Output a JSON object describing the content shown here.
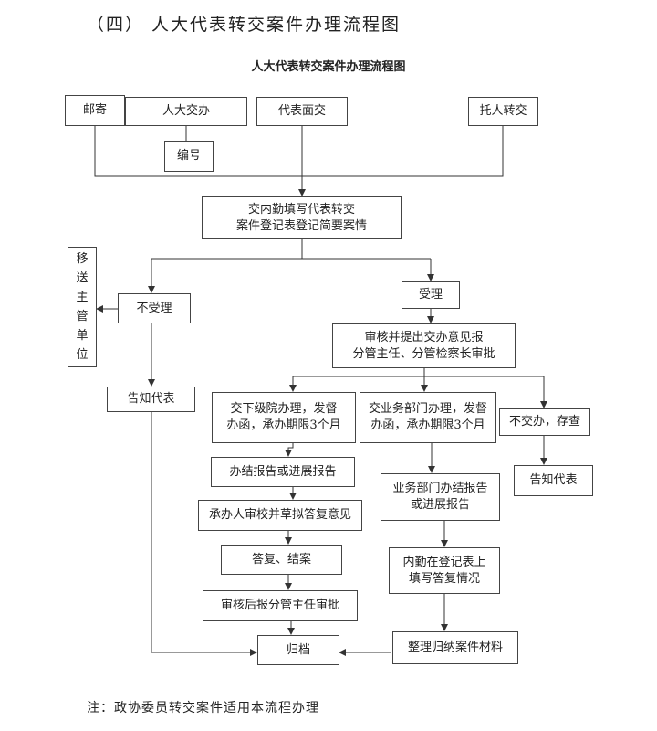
{
  "heading": "（四）  人大代表转交案件办理流程图",
  "chart_title": "人大代表转交案件办理流程图",
  "nodes": {
    "mail": "邮寄",
    "npc_transfer": "人大交办",
    "numbering": "编号",
    "face_to_face": "代表面交",
    "entrusted": "托人转交",
    "register": "交内勤填写代表转交\n案件登记表登记简要案情",
    "transfer_unit": "移\n送\n主\n管\n单\n位",
    "not_accepted": "不受理",
    "accepted": "受理",
    "review": "审核并提出交办意见报\n分管主任、分管检察长审批",
    "notify_rep_left": "告知代表",
    "lower_court": "交下级院办理，发督\n办函，承办期限3个月",
    "business_dept": "交业务部门办理，发督\n办函，承办期限3个月",
    "no_transfer": "不交办，存查",
    "notify_rep_right": "告知代表",
    "completion_report": "办结报告或进展报告",
    "dept_report": "业务部门办结报告\n或进展报告",
    "draft_reply": "承办人审校并草拟答复意见",
    "fill_reply": "内勤在登记表上\n填写答复情况",
    "reply_close": "答复、结案",
    "approval": "审核后报分管主任审批",
    "archive": "归档",
    "organize": "整理归纳案件材料"
  },
  "note": "注：政协委员转交案件适用本流程办理"
}
